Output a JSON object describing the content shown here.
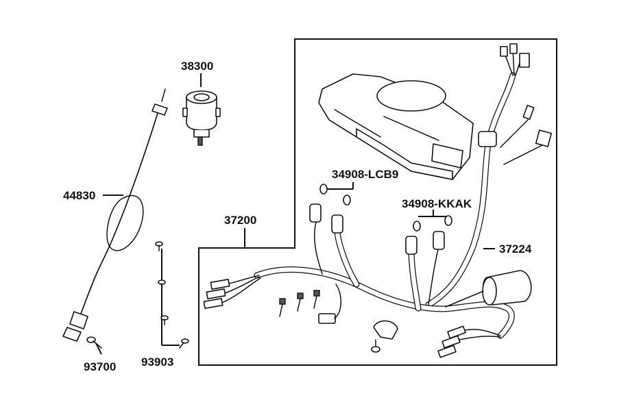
{
  "callouts": {
    "ignition_switch": "38300",
    "speedometer_cable": "44830",
    "wire_harness": "37200",
    "bulb_a": "34908-LCB9",
    "bulb_b": "34908-KKAK",
    "meter_harness": "37224",
    "screw_single": "93700",
    "screw_set": "93903"
  },
  "colors": {
    "line": "#111111",
    "background": "#ffffff"
  }
}
